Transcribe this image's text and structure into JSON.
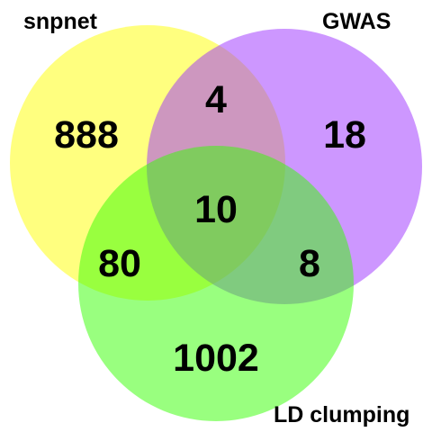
{
  "sets": [
    {
      "id": "snpnet",
      "label": "snpnet",
      "color": "#ffff00"
    },
    {
      "id": "gwas",
      "label": "GWAS",
      "color": "#9b30ff"
    },
    {
      "id": "ld",
      "label": "LD clumping",
      "color": "#33ff00"
    }
  ],
  "regions": {
    "snpnet_only": "888",
    "gwas_only": "18",
    "ld_only": "1002",
    "snpnet_gwas": "4",
    "snpnet_ld": "80",
    "gwas_ld": "8",
    "all_three": "10"
  }
}
